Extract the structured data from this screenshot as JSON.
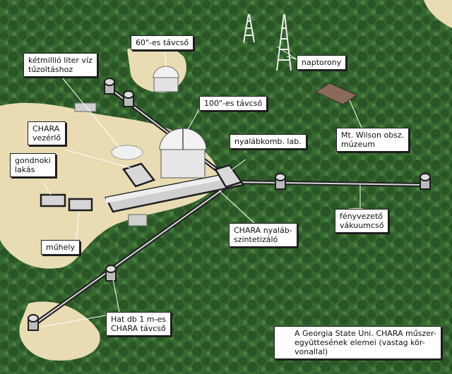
{
  "labels": {
    "telescope_60": "60\"-es távcső",
    "water": "kétmillió liter víz\ntűzoltáshoz",
    "solar_tower": "naptorony",
    "telescope_100": "100\"-es távcső",
    "chara_control": "CHARA\nvezérlő",
    "beam_lab": "nyalábkomb. lab.",
    "museum": "Mt. Wilson obsz.\nmúzeum",
    "caretaker": "gondnoki\nlakás",
    "workshop": "műhely",
    "vacuum_pipe": "fényvezető\nvákuumcső",
    "beam_synth": "CHARA nyaláb-\nszintetizáló",
    "six_telescopes": "Hat db 1 m-es\nCHARA távcső"
  },
  "legend": {
    "text": "A Georgia State Uni. CHARA műszer-\negyüttesének elemei (vastag kör-\nvonallal)"
  },
  "colors": {
    "forest": "#2d5e2b",
    "clearing": "#e9dcb3",
    "chara_outline": "#1e1e1e"
  }
}
